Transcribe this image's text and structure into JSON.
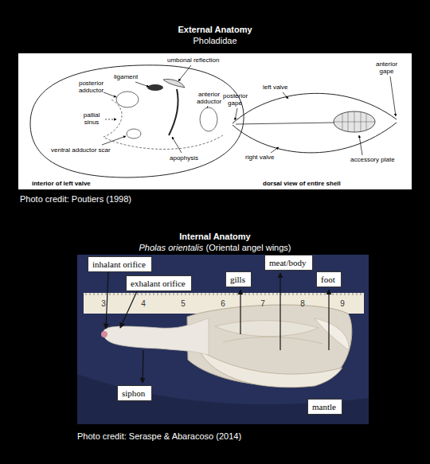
{
  "diagram": {
    "title": "External Anatomy",
    "nodes": [
      {
        "text": [
          "inhalant orifice"
        ]
      },
      {
        "text": [
          "exhalant orifice"
        ]
      },
      {
        "text": [
          "gills"
        ]
      },
      {
        "text": [
          "meat/body"
        ]
      },
      {
        "text": [
          "foot"
        ]
      },
      {
        "text": [
          "siphon"
        ]
      },
      {
        "text": [
          "mantle"
        ]
      }
    ],
    "labels": [
      "Pholadidae",
      "posterior adductor",
      "ligament",
      "umbonal reflection",
      "anterior adductor",
      "pallial sinus",
      "ventral adductor scar",
      "apophysis",
      "interior of left valve",
      "left valve",
      "posterior gape",
      "right valve",
      "accessory plate",
      "anterior gape",
      "dorsal view of entire shell",
      "Photo credit: Poutiers (1998)",
      "Internal Anatomy",
      "Pholas orientalis",
      "(Oriental angel wings)",
      "3",
      "4",
      "5",
      "6",
      "7",
      "8",
      "9",
      "Photo credit: Seraspe & Abaracoso (2014)"
    ]
  }
}
